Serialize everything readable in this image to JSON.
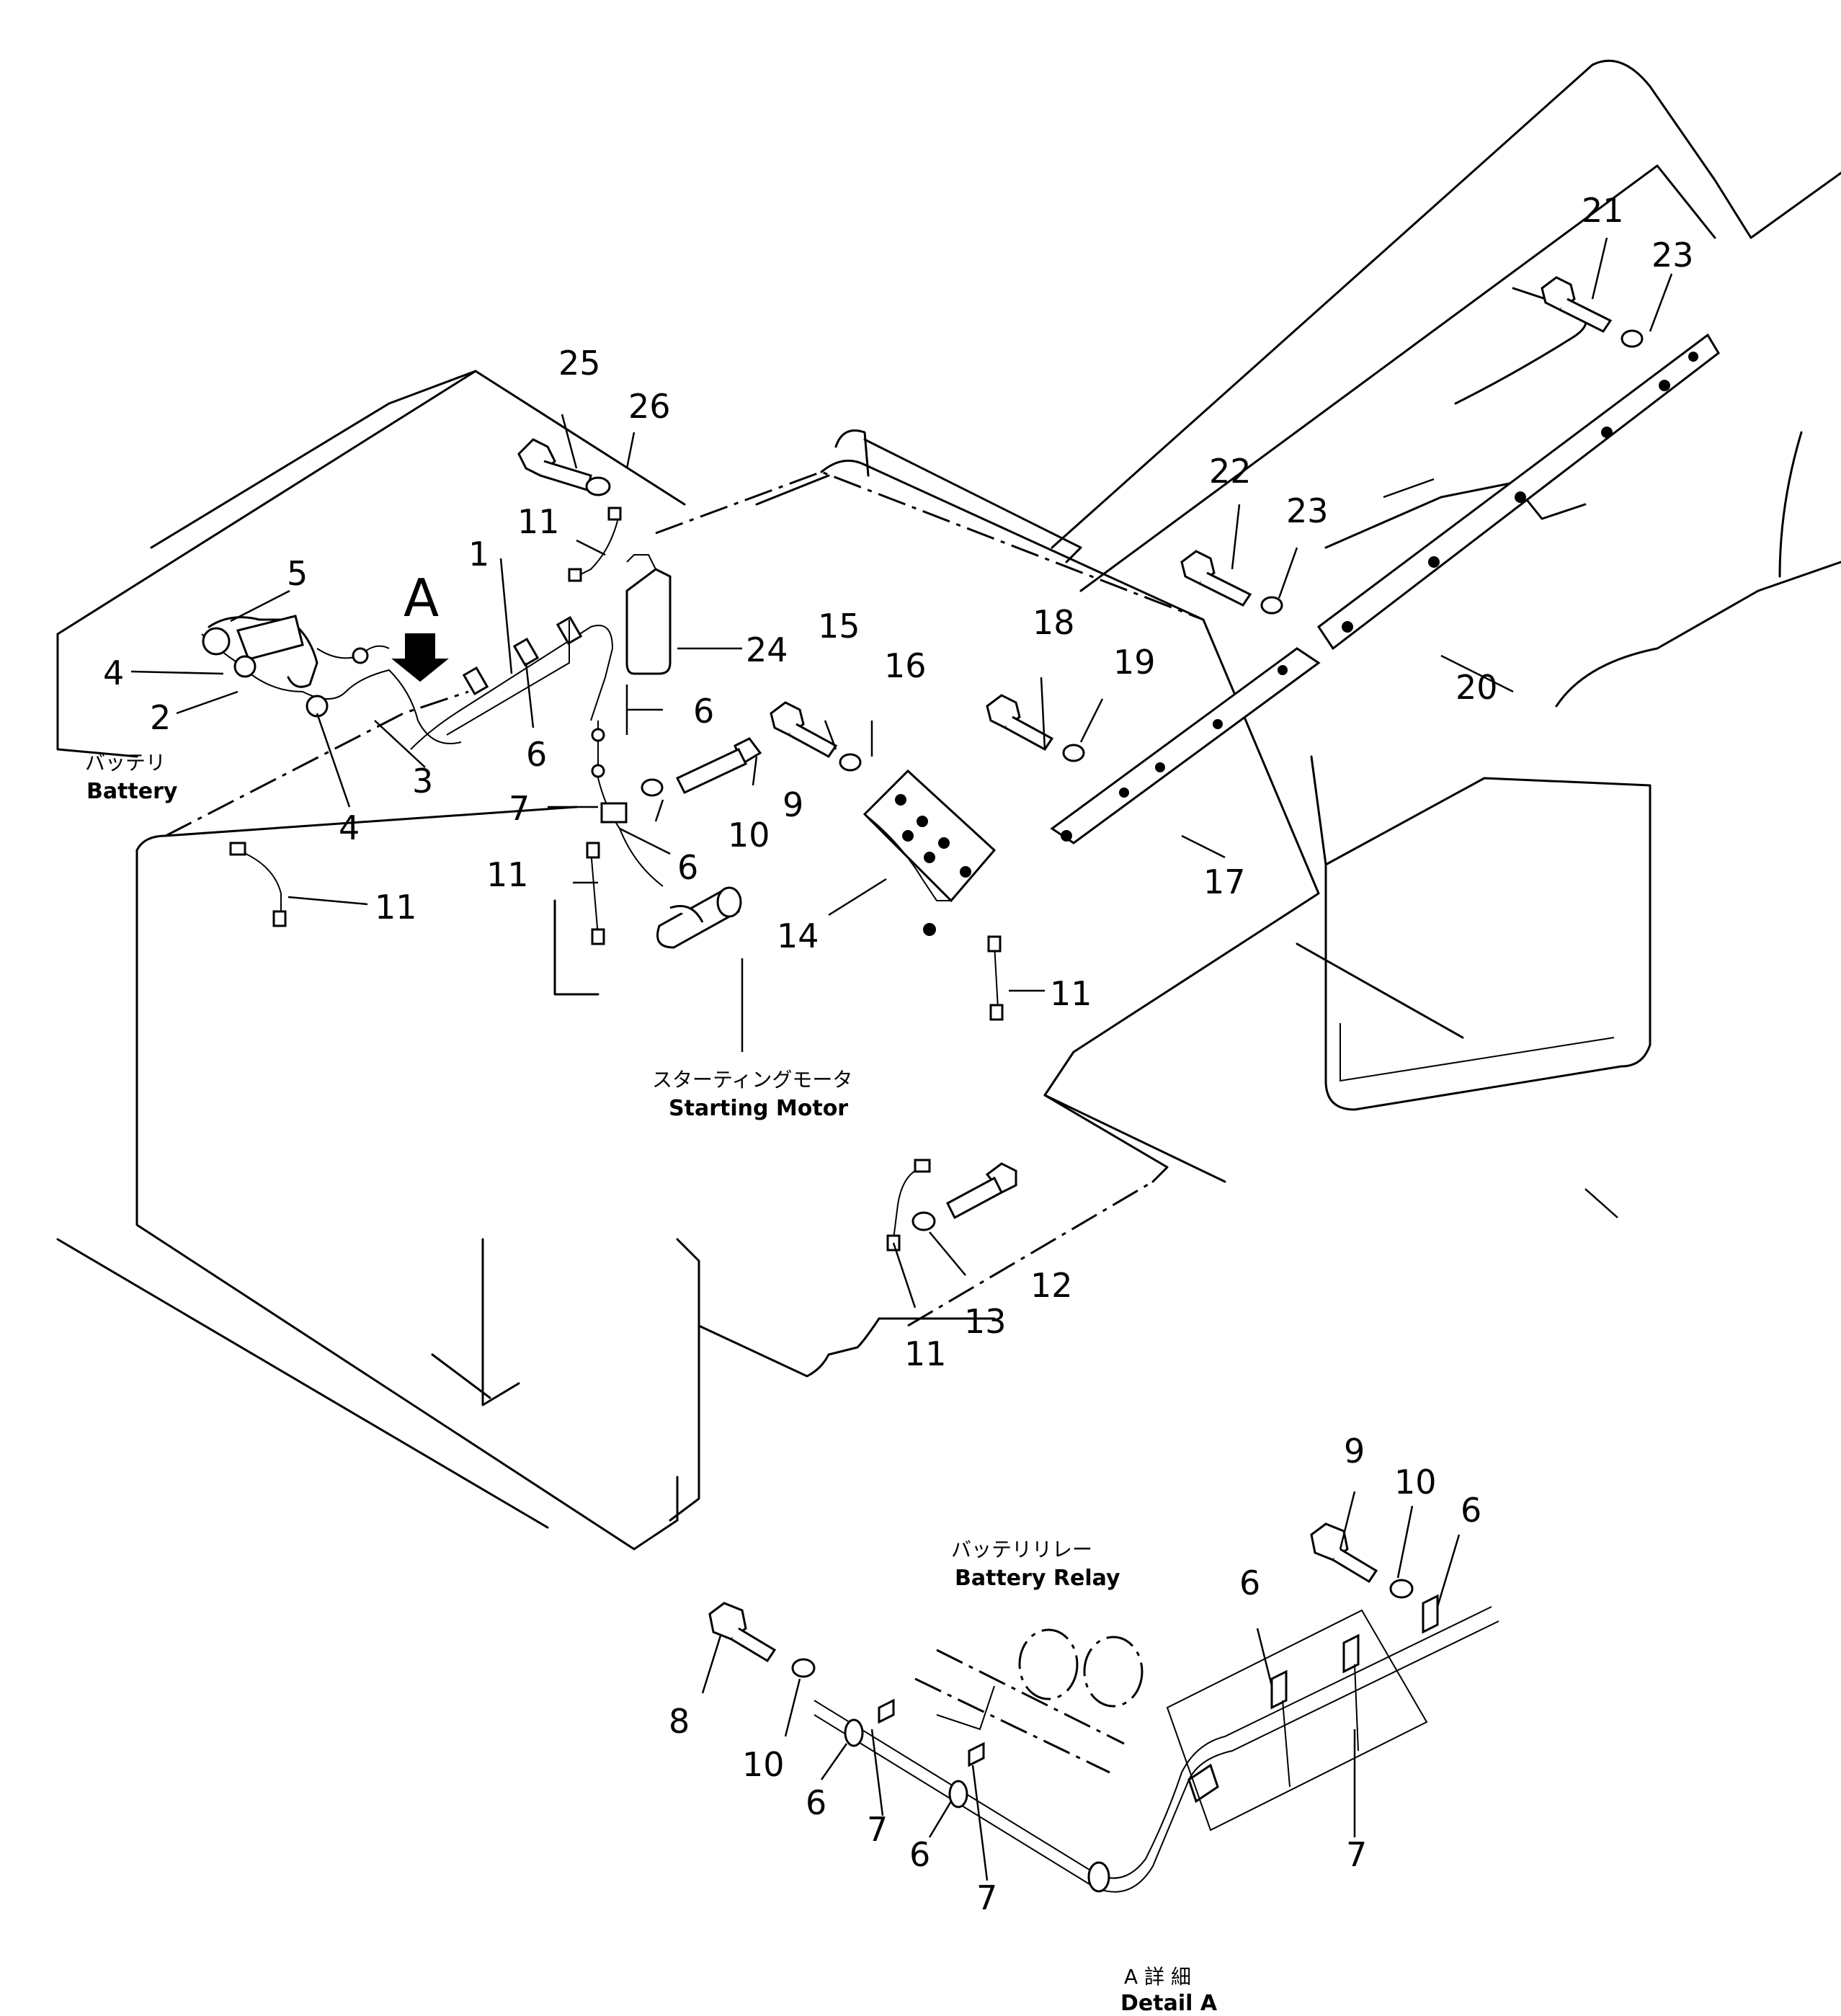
{
  "detail_marker": "A",
  "labels": {
    "battery_jp": "バッテリ",
    "battery_en": "Battery",
    "starting_motor_jp": "スターティングモータ",
    "starting_motor_en": "Starting  Motor",
    "battery_relay_jp": "バッテリリレー",
    "battery_relay_en": "Battery  Relay",
    "detail_a_jp": "A 詳 細",
    "detail_a_en": "Detail A"
  },
  "callouts": {
    "n1": "1",
    "n2": "2",
    "n3": "3",
    "n4a": "4",
    "n4b": "4",
    "n5": "5",
    "n6a": "6",
    "n6b": "6",
    "n6c": "6",
    "n7a": "7",
    "n9a": "9",
    "n10a": "10",
    "n11a": "11",
    "n11b": "11",
    "n11c": "11",
    "n11d": "11",
    "n11e": "11",
    "n12": "12",
    "n13": "13",
    "n14": "14",
    "n15": "15",
    "n16": "16",
    "n17": "17",
    "n18": "18",
    "n19": "19",
    "n20": "20",
    "n21": "21",
    "n22": "22",
    "n23a": "23",
    "n23b": "23",
    "n24": "24",
    "n25": "25",
    "n26": "26",
    "d8": "8",
    "d9": "9",
    "d10a": "10",
    "d10b": "10",
    "d6a": "6",
    "d6b": "6",
    "d6c": "6",
    "d6d": "6",
    "d7a": "7",
    "d7b": "7",
    "d7c": "7"
  }
}
